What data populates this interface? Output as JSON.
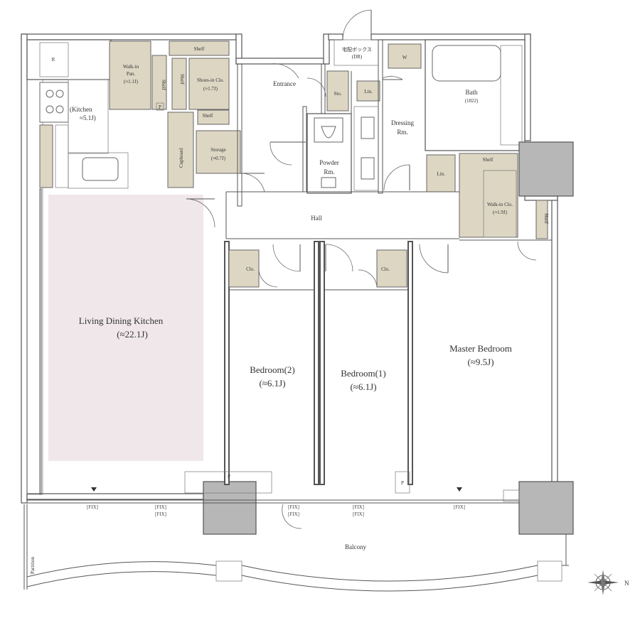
{
  "rooms": {
    "ldk_name": "Living Dining Kitchen",
    "ldk_area": "(≈22.1J)",
    "bedroom2_name": "Bedroom(2)",
    "bedroom2_area": "(≈6.1J)",
    "bedroom1_name": "Bedroom(1)",
    "bedroom1_area": "(≈6.1J)",
    "master_name": "Master Bedroom",
    "master_area": "(≈9.5J)",
    "kitchen_name": "(Kitchen",
    "kitchen_area": "≈5.1J)",
    "walkin_pan_name": "Walk-in",
    "walkin_pan_sub": "Pan.",
    "walkin_pan_area": "(≈1.1J)",
    "shoes_name": "Shoes-in Clo.",
    "shoes_area": "(≈1.7J)",
    "storage_name": "Storage",
    "storage_area": "(≈0.7J)",
    "cupboard": "Cupboard",
    "entrance": "Entrance",
    "hall": "Hall",
    "powder_line1": "Powder",
    "powder_line2": "Rm.",
    "dressing_line1": "Dressing",
    "dressing_line2": "Rm.",
    "bath_name": "Bath",
    "bath_size": "(1822)",
    "walkin_clo_name": "Walk-in Clo.",
    "walkin_clo_area": "(≈1.9J)",
    "balcony": "Balcony",
    "partition": "Partition",
    "delivery_line1": "宅配ボックス",
    "delivery_line2": "(DB)"
  },
  "fixtures": {
    "refrigerator": "R",
    "washer": "W",
    "shelf": "Shelf",
    "closet": "Clo.",
    "storage_short": "Sto.",
    "linen": "Lin.",
    "pipe_space": "P",
    "fix": "FIX"
  },
  "compass": {
    "north": "N"
  }
}
